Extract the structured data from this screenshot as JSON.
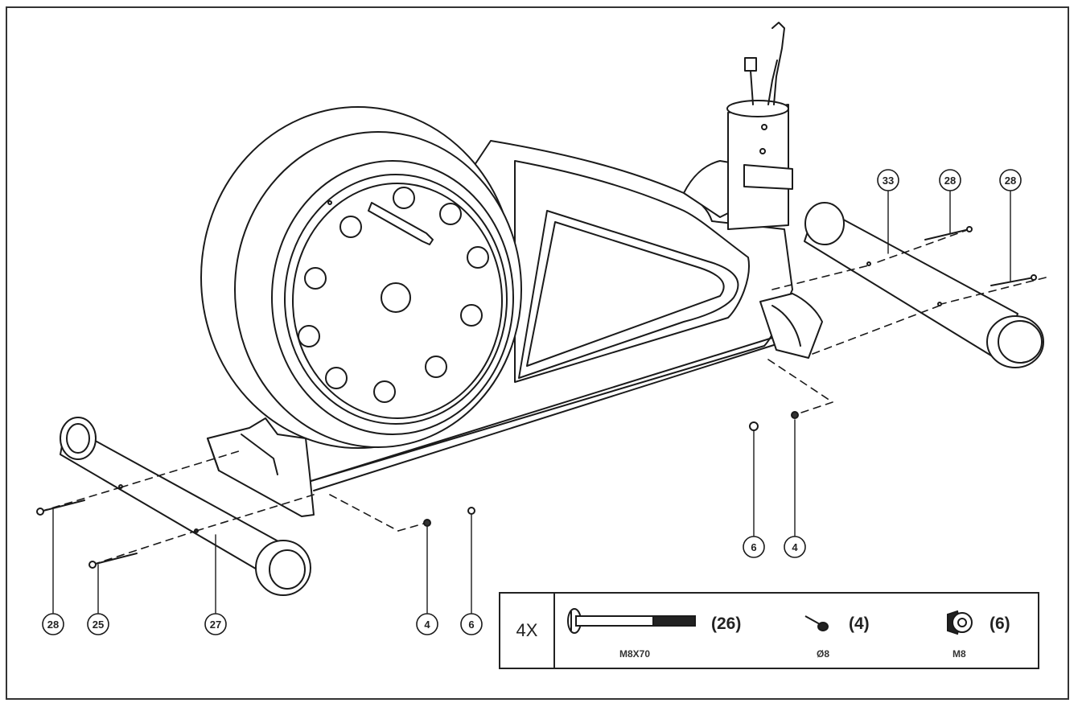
{
  "diagram": {
    "callouts": {
      "c_28_top": "28",
      "c_28_right": "28",
      "c_33_top": "33",
      "c_6_right": "6",
      "c_4_right": "4",
      "c_4_mid": "4",
      "c_6_mid": "6",
      "c_28_left": "28",
      "c_25_left": "25",
      "c_27_left": "27"
    }
  },
  "hardware": {
    "multiplier": "4X",
    "items": [
      {
        "icon": "bolt-icon",
        "count": "(26)",
        "name": "M8X70"
      },
      {
        "icon": "washer-icon",
        "count": "(4)",
        "name": "Ø8"
      },
      {
        "icon": "cap-nut-icon",
        "count": "(6)",
        "name": "M8"
      }
    ]
  }
}
